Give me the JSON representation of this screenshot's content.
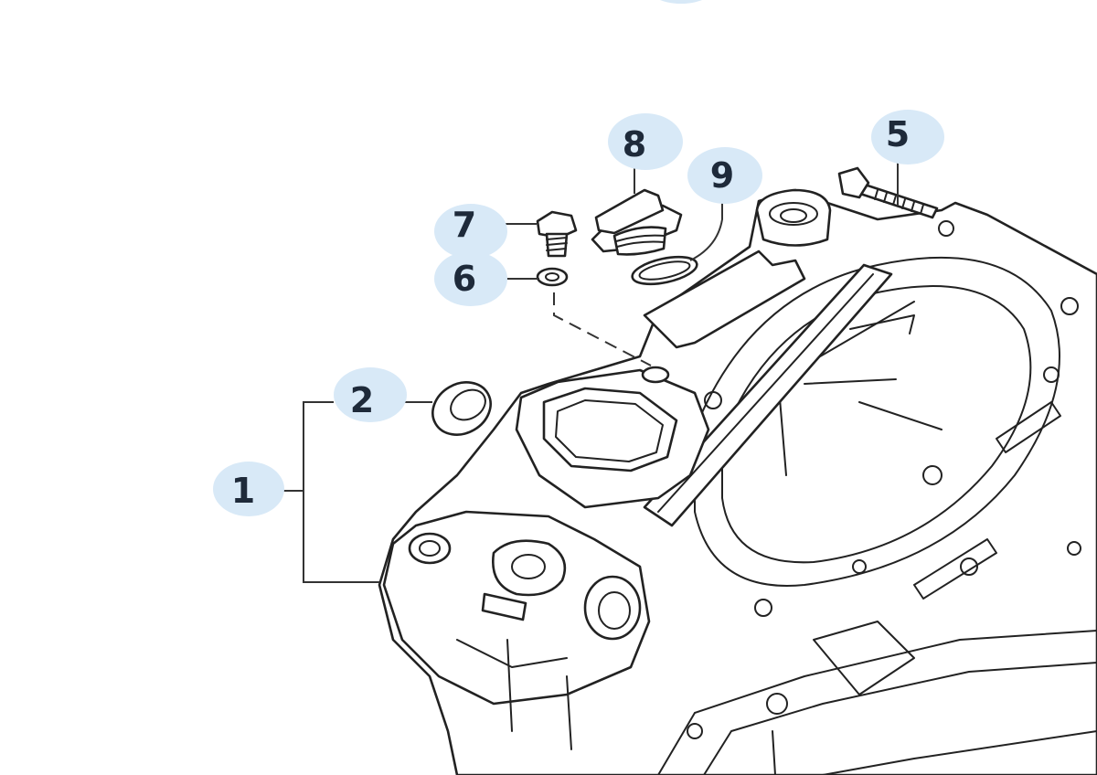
{
  "diagram": {
    "type": "exploded-parts-diagram",
    "callouts": [
      {
        "id": "c1",
        "label": "1"
      },
      {
        "id": "c2",
        "label": "2"
      },
      {
        "id": "c5",
        "label": "5"
      },
      {
        "id": "c6",
        "label": "6"
      },
      {
        "id": "c7",
        "label": "7"
      },
      {
        "id": "c8",
        "label": "8"
      },
      {
        "id": "c9",
        "label": "9"
      }
    ],
    "colors": {
      "callout_bubble": "#d8e9f7",
      "callout_text": "#1e2a3a",
      "line_art": "#222222",
      "background": "#ffffff"
    }
  }
}
